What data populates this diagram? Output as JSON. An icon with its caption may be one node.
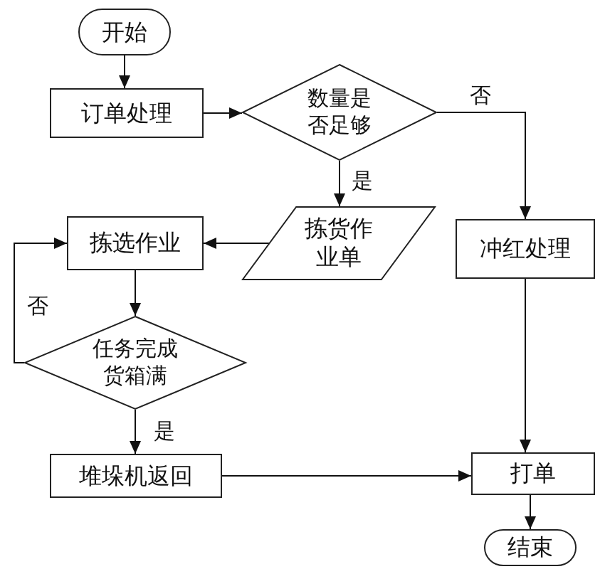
{
  "diagram": {
    "nodes": [
      {
        "text": [
          "开始"
        ]
      },
      {
        "text": [
          "订单处理"
        ]
      },
      {
        "text": [
          "数量是否足够"
        ]
      },
      {
        "text": [
          "拣货作业单"
        ]
      },
      {
        "text": [
          "拣选作业"
        ]
      },
      {
        "text": [
          "任务完成货箱满"
        ]
      },
      {
        "text": [
          "堆垛机返回"
        ]
      },
      {
        "text": [
          "冲红处理"
        ]
      },
      {
        "text": [
          "打单"
        ]
      },
      {
        "text": [
          "结束"
        ]
      }
    ],
    "edges": [
      {
        "from": 0,
        "to": 1,
        "arrow": "to"
      },
      {
        "from": 1,
        "to": 2,
        "arrow": "to"
      },
      {
        "from": 2,
        "to": 3,
        "arrow": "to",
        "label": "是"
      },
      {
        "from": 2,
        "to": 7,
        "arrow": "to",
        "label": "否"
      },
      {
        "from": 3,
        "to": 4,
        "arrow": "to"
      },
      {
        "from": 4,
        "to": 5,
        "arrow": "to"
      },
      {
        "from": 5,
        "to": 4,
        "arrow": "to",
        "label": "否"
      },
      {
        "from": 5,
        "to": 6,
        "arrow": "to",
        "label": "是"
      },
      {
        "from": 6,
        "to": 8,
        "arrow": "to"
      },
      {
        "from": 7,
        "to": 8,
        "arrow": "to"
      },
      {
        "from": 8,
        "to": 9,
        "arrow": "to"
      }
    ]
  }
}
